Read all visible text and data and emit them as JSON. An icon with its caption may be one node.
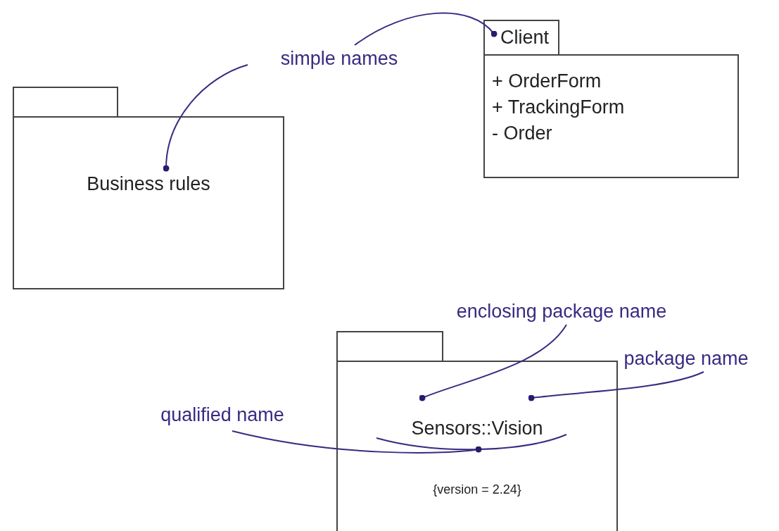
{
  "diagram": {
    "nodes": [
      {
        "text": [
          "simple names"
        ]
      },
      {
        "text": [
          "Business rules"
        ]
      },
      {
        "text": [
          "Client",
          "+ OrderForm",
          "+ TrackingForm",
          "- Order"
        ]
      },
      {
        "text": [
          "enclosing package name"
        ]
      },
      {
        "text": [
          "package name"
        ]
      },
      {
        "text": [
          "qualified name"
        ]
      },
      {
        "text": [
          "Sensors::Vision",
          "{version = 2.24}"
        ]
      }
    ],
    "edges": [
      {
        "from": 0,
        "to": 1,
        "arrow": "other"
      },
      {
        "from": 0,
        "to": 2,
        "arrow": "other"
      },
      {
        "from": 3,
        "to": 6,
        "arrow": "other"
      },
      {
        "from": 4,
        "to": 6,
        "arrow": "other"
      },
      {
        "from": 5,
        "to": 6,
        "arrow": "other"
      }
    ]
  }
}
